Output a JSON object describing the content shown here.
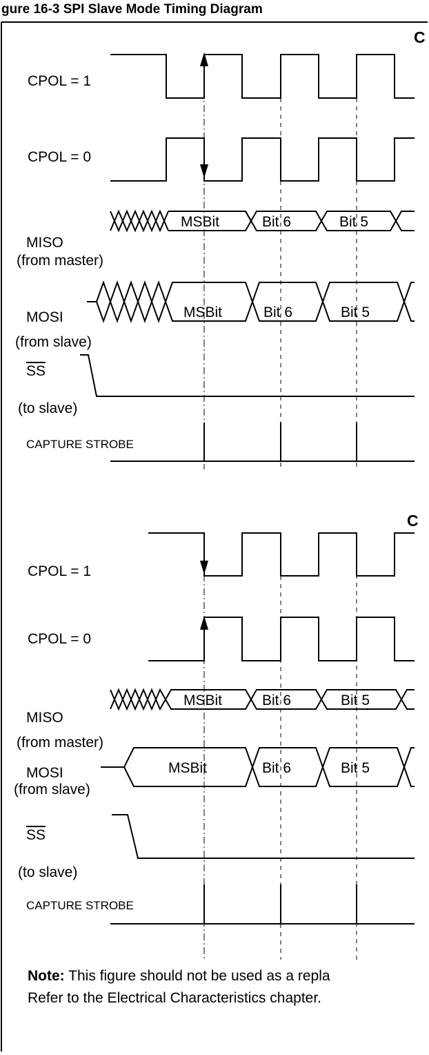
{
  "header_text": "gure 16-3 SPI Slave Mode Timing Diagram",
  "diagram_a": {
    "corner_label": "C",
    "cpol1_label": "CPOL = 1",
    "cpol0_label": "CPOL = 0",
    "miso_label": "MISO",
    "miso_sub": "(from master)",
    "mosi_label": "MOSI",
    "mosi_sub": "(from slave)",
    "ss_label": "SS",
    "ss_sub": "(to slave)",
    "strobe_label": "CAPTURE STROBE",
    "miso_bits": [
      "MSBit",
      "Bit 6",
      "Bit 5"
    ],
    "mosi_bits": [
      "MSBit",
      "Bit 6",
      "Bit 5"
    ]
  },
  "diagram_b": {
    "corner_label": "C",
    "cpol1_label": "CPOL = 1",
    "cpol0_label": "CPOL = 0",
    "miso_label": "MISO",
    "miso_sub": "(from master)",
    "mosi_label": "MOSI",
    "mosi_sub": "(from slave)",
    "ss_label": "SS",
    "ss_sub": "(to slave)",
    "strobe_label": "CAPTURE STROBE",
    "miso_bits": [
      "MSBit",
      "Bit 6",
      "Bit 5"
    ],
    "mosi_bits": [
      "MSBit",
      "Bit 6",
      "Bit 5"
    ]
  },
  "note": {
    "bold": "Note:",
    "line1": "This figure should not be used as a repla",
    "line2": "Refer to the Electrical Characteristics chapter."
  }
}
